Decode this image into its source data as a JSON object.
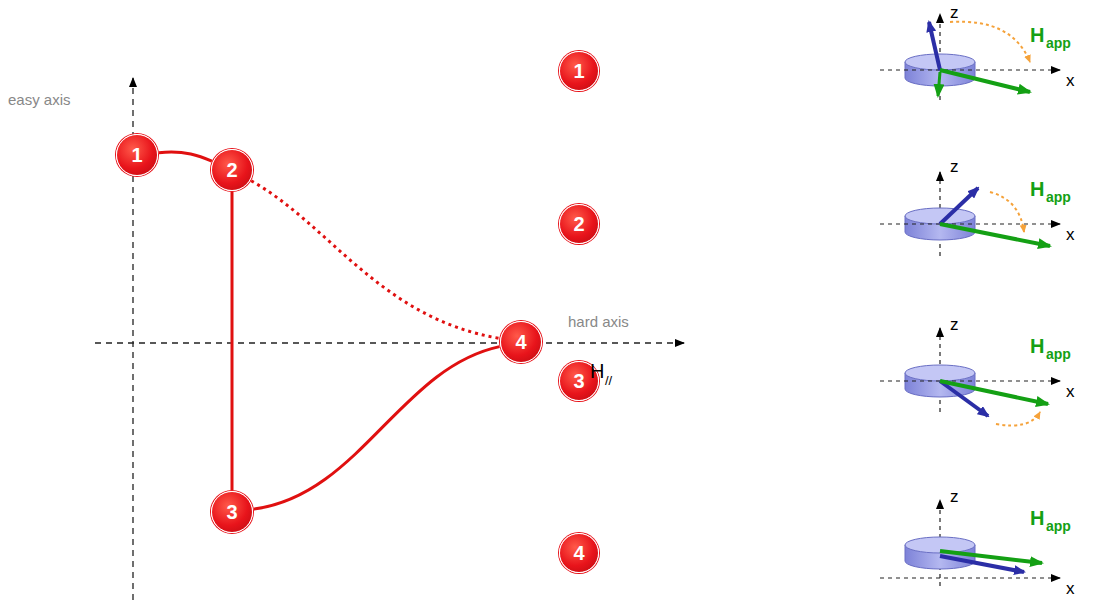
{
  "diagram": {
    "nodes": [
      {
        "text": [
          "1"
        ]
      },
      {
        "text": [
          "2"
        ]
      },
      {
        "text": [
          "3"
        ]
      },
      {
        "text": [
          "4"
        ]
      },
      {
        "text": [
          "1"
        ]
      },
      {
        "text": [
          "2"
        ]
      },
      {
        "text": [
          "3"
        ]
      },
      {
        "text": [
          "4"
        ]
      }
    ],
    "edges": [
      {
        "from": 0,
        "to": 1,
        "arrow": "none"
      },
      {
        "from": 1,
        "to": 2,
        "arrow": "none"
      },
      {
        "from": 1,
        "to": 3,
        "arrow": "none"
      },
      {
        "from": 2,
        "to": 3,
        "arrow": "none"
      }
    ],
    "labels": [
      "easy axis",
      "hard axis",
      "H",
      "//",
      "z",
      "x",
      "H",
      "app",
      "z",
      "x",
      "H",
      "app",
      "z",
      "x",
      "H",
      "app",
      "z",
      "x",
      "H",
      "app"
    ]
  }
}
